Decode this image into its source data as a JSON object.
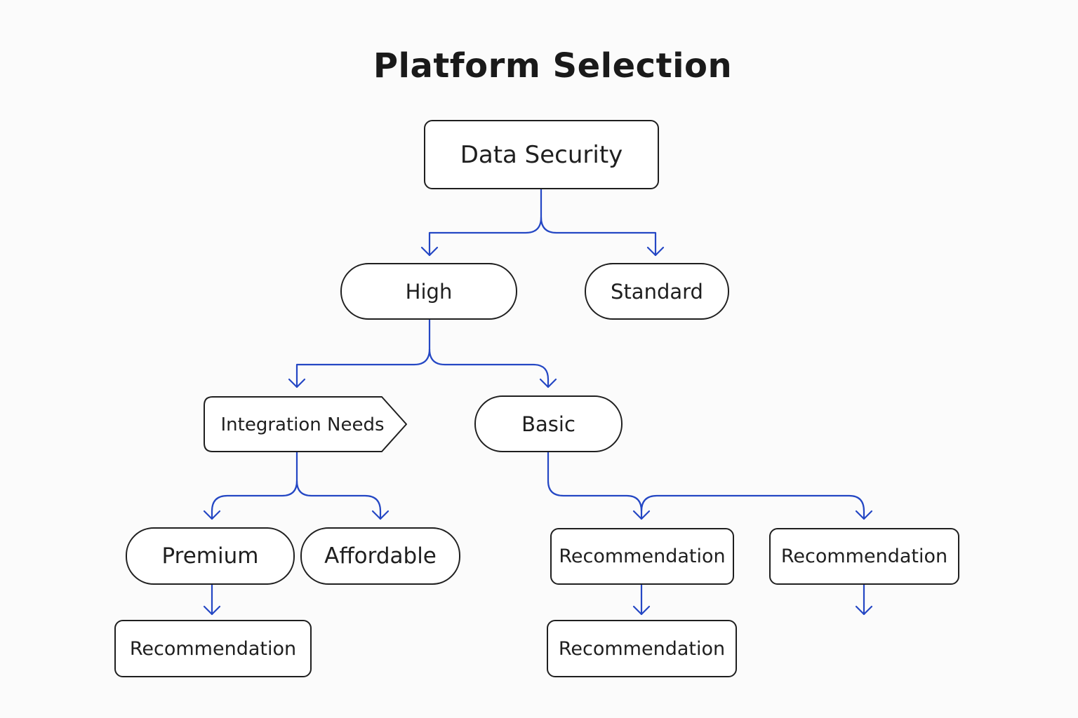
{
  "diagram": {
    "title": "Platform Selection",
    "colors": {
      "connector": "#2447c4",
      "node_border": "#1f1f1f",
      "node_fill": "#ffffff",
      "text": "#1f1f1f",
      "background": "#fbfbfb"
    },
    "nodes": {
      "data_security": "Data Security",
      "high": "High",
      "standard": "Standard",
      "integration_needs": "Integration Needs",
      "basic": "Basic",
      "premium": "Premium",
      "affordable": "Affordable",
      "recommendation_1": "Recommendation",
      "recommendation_2": "Recommendation",
      "recommendation_3": "Recommendation",
      "recommendation_4": "Recommendation"
    },
    "edges": [
      {
        "from": "data_security",
        "to": "high"
      },
      {
        "from": "data_security",
        "to": "standard"
      },
      {
        "from": "high",
        "to": "integration_needs"
      },
      {
        "from": "high",
        "to": "basic"
      },
      {
        "from": "integration_needs",
        "to": "premium"
      },
      {
        "from": "integration_needs",
        "to": "affordable"
      },
      {
        "from": "basic",
        "to": "recommendation_2"
      },
      {
        "from": "basic",
        "to": "recommendation_3"
      },
      {
        "from": "premium",
        "to": "recommendation_1"
      },
      {
        "from": "recommendation_2",
        "to": "recommendation_4"
      },
      {
        "from": "recommendation_3",
        "to": ""
      }
    ]
  }
}
